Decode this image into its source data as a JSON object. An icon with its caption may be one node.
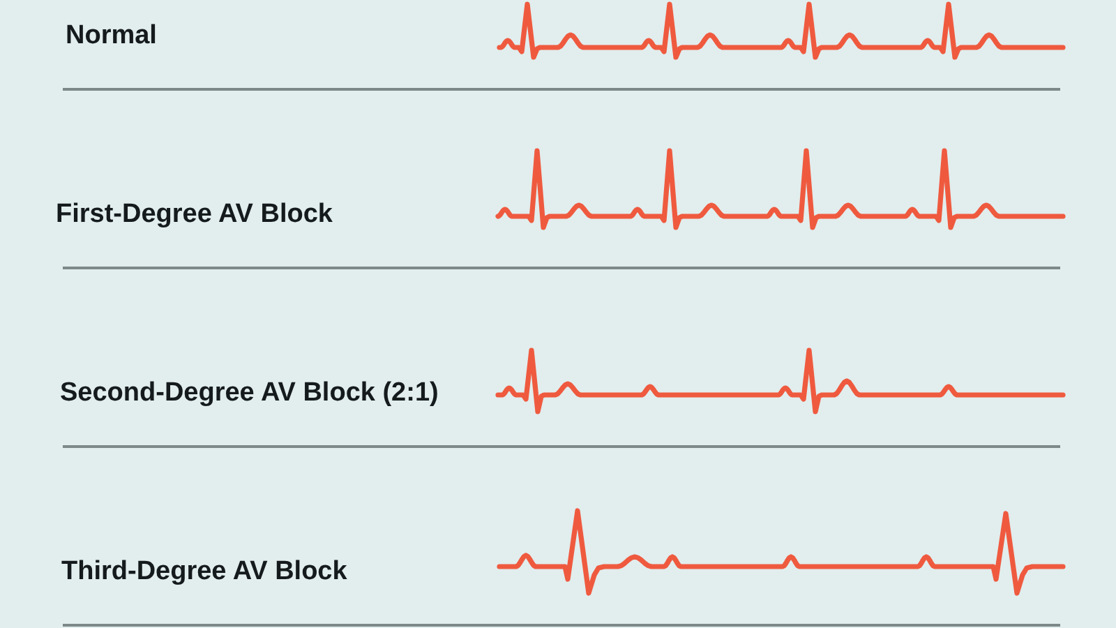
{
  "diagram": {
    "labels": [
      "Normal",
      "First-Degree AV Block",
      "Second-Degree AV Block (2:1)",
      "Third-Degree AV Block"
    ]
  }
}
